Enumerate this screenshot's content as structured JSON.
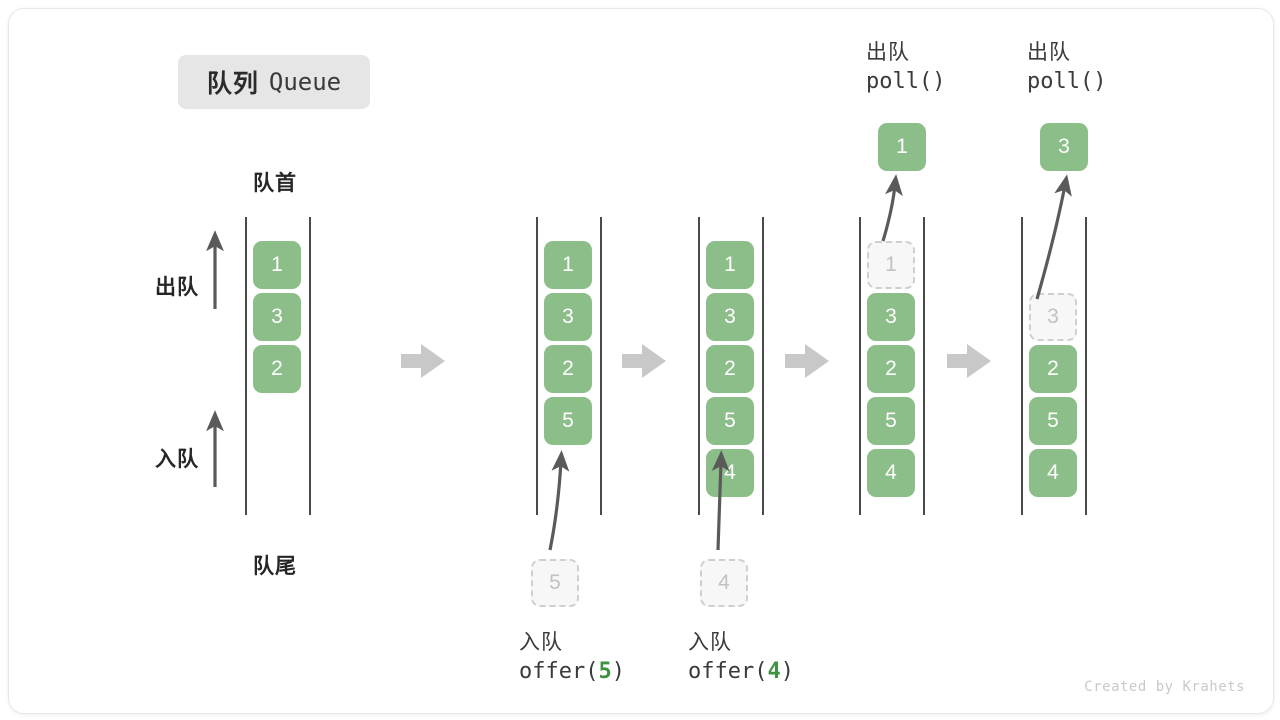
{
  "title": {
    "cn": "队列",
    "en": "Queue"
  },
  "labels": {
    "head": "队首",
    "tail": "队尾",
    "dequeue": "出队",
    "enqueue": "入队"
  },
  "colors": {
    "cell_fill": "#8cbe89",
    "cell_text": "#ffffff",
    "ghost_fill": "#f7f7f7",
    "ghost_border": "#cfcfcf",
    "ghost_text": "#c2c2c2",
    "rail": "#4a4a4a",
    "step_arrow": "#c8c8c8",
    "thin_arrow": "#5a5a5a",
    "badge_bg": "#e6e6e6",
    "code_arg": "#3f9142",
    "text_dark": "#262626",
    "footer_text": "#c9c9c9"
  },
  "operations": {
    "offer5": {
      "cn": "入队",
      "code_prefix": "offer(",
      "code_arg": "5",
      "code_suffix": ")"
    },
    "offer4": {
      "cn": "入队",
      "code_prefix": "offer(",
      "code_arg": "4",
      "code_suffix": ")"
    },
    "poll1": {
      "cn": "出队",
      "code": "poll()"
    },
    "poll2": {
      "cn": "出队",
      "code": "poll()"
    }
  },
  "popped": {
    "first": "1",
    "second": "3"
  },
  "incoming": {
    "five": "5",
    "four": "4"
  },
  "stages": [
    {
      "name": "initial",
      "cells": [
        {
          "v": "1",
          "state": "filled"
        },
        {
          "v": "3",
          "state": "filled"
        },
        {
          "v": "2",
          "state": "filled"
        }
      ]
    },
    {
      "name": "after-offer-5",
      "cells": [
        {
          "v": "1",
          "state": "filled"
        },
        {
          "v": "3",
          "state": "filled"
        },
        {
          "v": "2",
          "state": "filled"
        },
        {
          "v": "5",
          "state": "filled"
        }
      ]
    },
    {
      "name": "after-offer-4",
      "cells": [
        {
          "v": "1",
          "state": "filled"
        },
        {
          "v": "3",
          "state": "filled"
        },
        {
          "v": "2",
          "state": "filled"
        },
        {
          "v": "5",
          "state": "filled"
        },
        {
          "v": "4",
          "state": "filled"
        }
      ]
    },
    {
      "name": "after-poll-1",
      "cells": [
        {
          "v": "1",
          "state": "ghost"
        },
        {
          "v": "3",
          "state": "filled"
        },
        {
          "v": "2",
          "state": "filled"
        },
        {
          "v": "5",
          "state": "filled"
        },
        {
          "v": "4",
          "state": "filled"
        }
      ]
    },
    {
      "name": "after-poll-3",
      "cells": [
        {
          "v": "",
          "state": "empty"
        },
        {
          "v": "3",
          "state": "ghost"
        },
        {
          "v": "2",
          "state": "filled"
        },
        {
          "v": "5",
          "state": "filled"
        },
        {
          "v": "4",
          "state": "filled"
        }
      ]
    }
  ],
  "footer": "Created by Krahets"
}
